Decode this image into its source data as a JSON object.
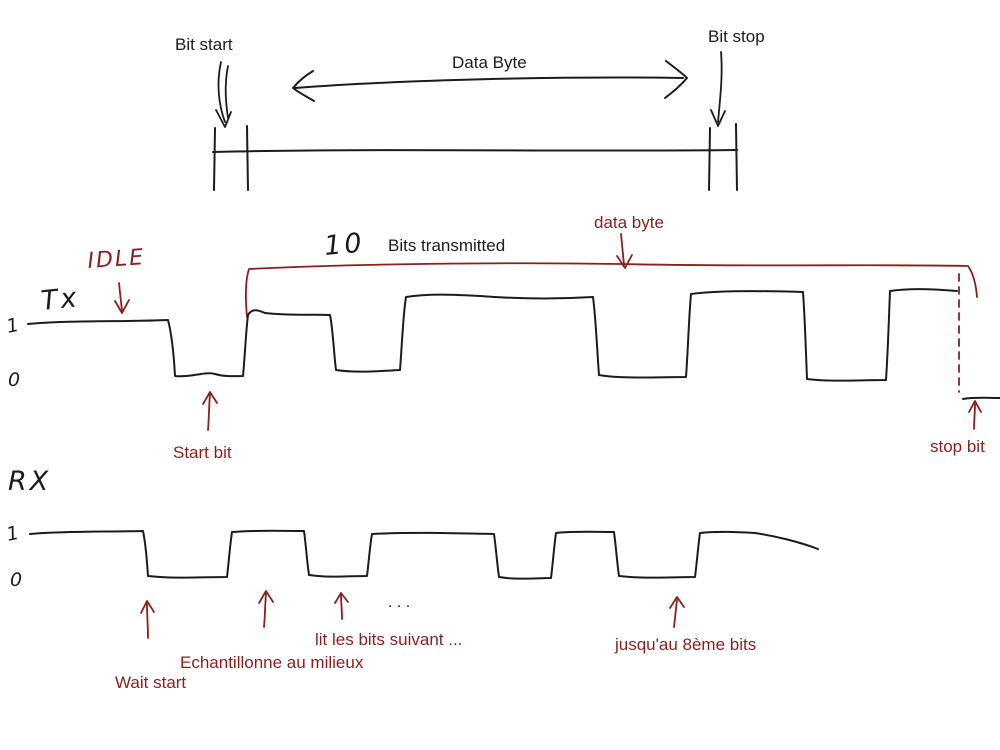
{
  "colors": {
    "ink": "#1c1c1c",
    "annotation": "#8b1f1f"
  },
  "top": {
    "bit_start": "Bit start",
    "data_byte": "Data Byte",
    "bit_stop": "Bit stop"
  },
  "tx": {
    "idle_label": "IDLE",
    "line_label": "Tx",
    "level_one": "1",
    "level_zero": "0",
    "bits_count": "10",
    "bits_transmitted": "Bits transmitted",
    "data_byte_label": "data byte",
    "start_bit_label": "Start bit",
    "stop_bit_label": "stop bit"
  },
  "rx": {
    "line_label": "RX",
    "level_one": "1",
    "level_zero": "0",
    "wait_start": "Wait start",
    "sample_middle": "Echantillonne au milieux",
    "read_next_bits": "lit les bits suivant ...",
    "ellipsis": ". . .",
    "until_8th_bit": "jusqu'au 8ème bits"
  }
}
